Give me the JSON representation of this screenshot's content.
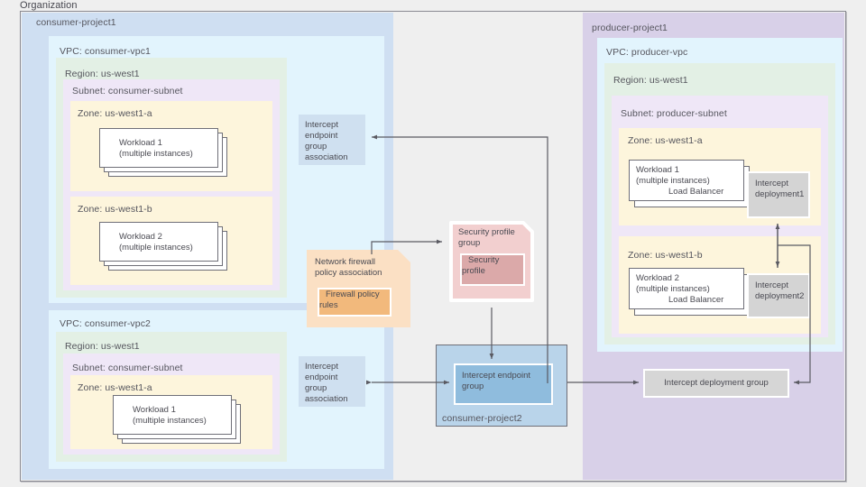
{
  "diagram": {
    "org_label": "Organization",
    "consumer_project1": {
      "title": "consumer-project1",
      "vpc1": {
        "title": "VPC: consumer-vpc1",
        "region": "Region: us-west1",
        "subnet": "Subnet: consumer-subnet",
        "zone_a": "Zone: us-west1-a",
        "zone_b": "Zone: us-west1-b",
        "workload1": "Workload 1\n(multiple instances)",
        "workload2": "Workload 2\n(multiple instances)"
      },
      "vpc2": {
        "title": "VPC: consumer-vpc2",
        "region": "Region: us-west1",
        "subnet": "Subnet: consumer-subnet",
        "zone_a": "Zone: us-west1-a",
        "workload1": "Workload 1\n(multiple instances)"
      },
      "iega_top": "Intercept\nendpoint\ngroup\nassociation",
      "iega_bottom": "Intercept\nendpoint\ngroup\nassociation",
      "firewall_assoc": "Network firewall\npolicy association",
      "firewall_rules": "Firewall policy\nrules"
    },
    "producer_project1": {
      "title": "producer-project1",
      "vpc": {
        "title": "VPC: producer-vpc",
        "region": "Region: us-west1",
        "subnet": "Subnet: producer-subnet",
        "zone_a": "Zone: us-west1-a",
        "zone_b": "Zone: us-west1-b",
        "workload1": "Workload 1\n(multiple instances)",
        "workload1_lb": "Load Balancer",
        "workload2": "Workload 2\n(multiple instances)",
        "workload2_lb": "Load Balancer",
        "deployment1": "Intercept\ndeployment1",
        "deployment2": "Intercept\ndeployment2"
      },
      "deployment_group": "Intercept deployment group"
    },
    "consumer_project2": {
      "title": "consumer-project2",
      "endpoint_group": "Intercept endpoint\ngroup"
    },
    "security": {
      "profile_group": "Security profile\ngroup",
      "profile": "Security\nprofile"
    },
    "colors": {
      "background": "#efefef",
      "consumer_project": "#cfdff2",
      "producer_project": "#d8d0e8",
      "vpc": "#e2f4fd",
      "region": "#e3f0e5",
      "subnet": "#efe7f7",
      "zone": "#fdf5dc",
      "endpoint_group": "#8fbcdd",
      "endpoint_group_wrap": "#b9d4ea",
      "association": "#cfe0f0",
      "firewall": "#fbe0c4",
      "firewall_rules": "#f2b97c",
      "security_group": "#f2cfcf",
      "security_profile": "#dba9a9",
      "deployment": "#d4d4d4",
      "connector": "#5a5a62"
    }
  }
}
